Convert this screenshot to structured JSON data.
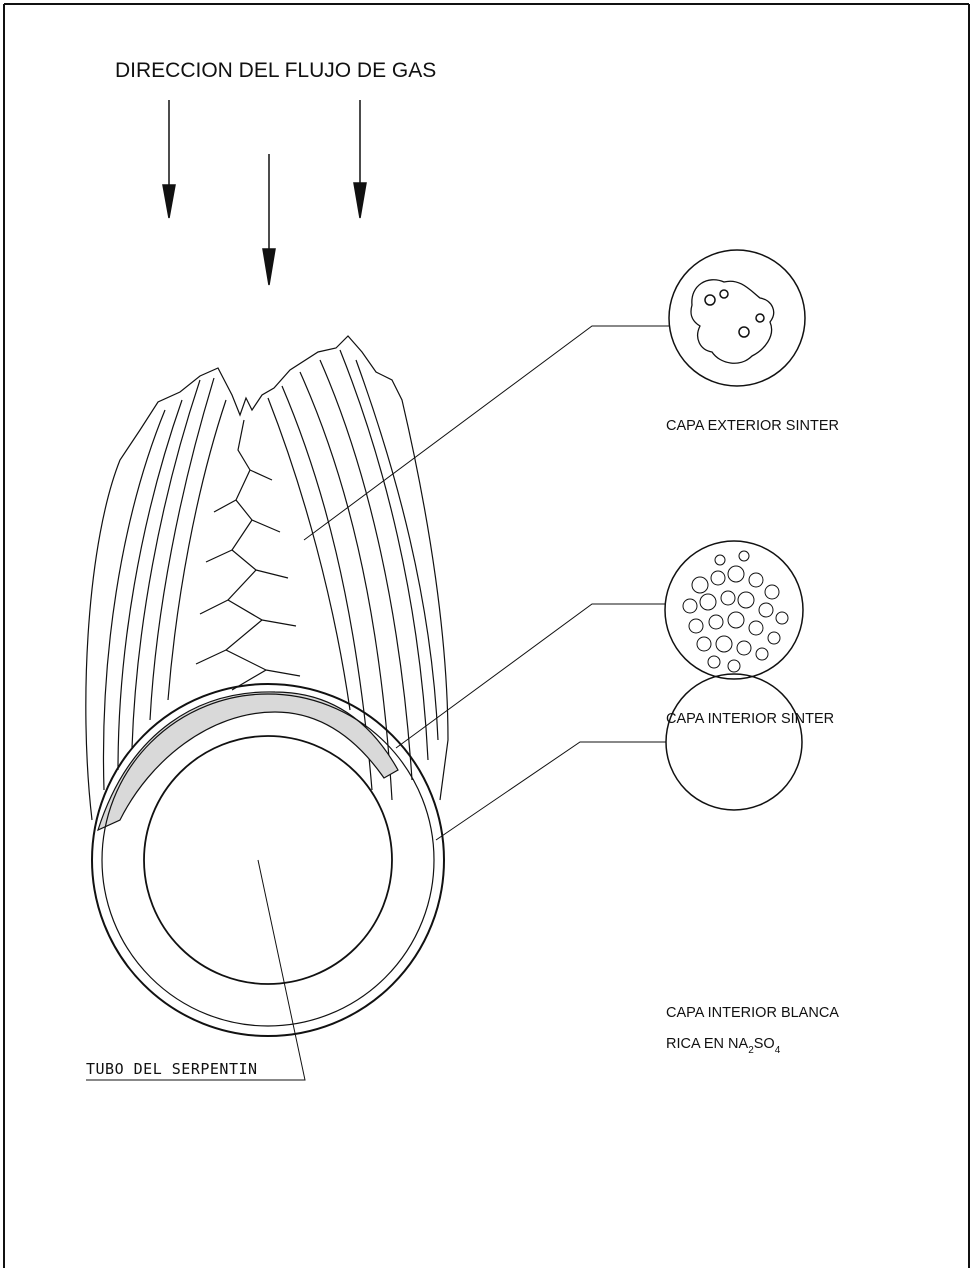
{
  "title": "DIRECCION DEL FLUJO DE GAS",
  "labels": {
    "outer_sinter": "CAPA EXTERIOR SINTER",
    "inner_sinter": "CAPA INTERIOR SINTER",
    "white_layer_line1": "CAPA INTERIOR BLANCA",
    "white_layer_line2_prefix": "RICA EN NA",
    "white_layer_sub1": "2",
    "white_layer_mid": "SO",
    "white_layer_sub2": "4",
    "tube": "TUBO DEL SERPENTIN"
  },
  "icons": {
    "flow_arrows": "down-arrow-icon",
    "outer_detail": "outer-sinter-detail-circle",
    "inner_detail": "inner-sinter-detail-circle",
    "white_detail": "white-layer-detail-circle"
  },
  "colors": {
    "ink": "#111111",
    "background": "#ffffff"
  }
}
